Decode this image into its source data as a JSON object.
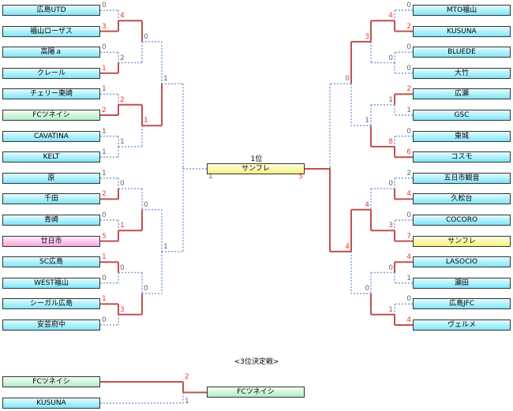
{
  "teams_left": [
    {
      "name": "広島UTD",
      "color": "cyan"
    },
    {
      "name": "福山ローザス",
      "color": "cyan"
    },
    {
      "name": "高陽ａ",
      "color": "cyan"
    },
    {
      "name": "クレール",
      "color": "cyan"
    },
    {
      "name": "チェリー東崎",
      "color": "cyan"
    },
    {
      "name": "FCツネイシ",
      "color": "green"
    },
    {
      "name": "CAVATINA",
      "color": "cyan"
    },
    {
      "name": "KELT",
      "color": "cyan"
    },
    {
      "name": "原",
      "color": "cyan"
    },
    {
      "name": "千田",
      "color": "cyan"
    },
    {
      "name": "青崎",
      "color": "cyan"
    },
    {
      "name": "廿日市",
      "color": "pink"
    },
    {
      "name": "SC広島",
      "color": "cyan"
    },
    {
      "name": "WEST福山",
      "color": "cyan"
    },
    {
      "name": "シーガル広島",
      "color": "cyan"
    },
    {
      "name": "安芸府中",
      "color": "cyan"
    }
  ],
  "teams_right": [
    {
      "name": "MTO福山",
      "color": "cyan"
    },
    {
      "name": "KUSUNA",
      "color": "cyan"
    },
    {
      "name": "BLUEDE",
      "color": "cyan"
    },
    {
      "name": "大竹",
      "color": "cyan"
    },
    {
      "name": "広瀬",
      "color": "cyan"
    },
    {
      "name": "GSC",
      "color": "cyan"
    },
    {
      "name": "東城",
      "color": "cyan"
    },
    {
      "name": "コスモ",
      "color": "cyan"
    },
    {
      "name": "五日市観音",
      "color": "cyan"
    },
    {
      "name": "久松台",
      "color": "cyan"
    },
    {
      "name": "COCORO",
      "color": "cyan"
    },
    {
      "name": "サンフレ",
      "color": "yellow"
    },
    {
      "name": "LASOCIO",
      "color": "cyan"
    },
    {
      "name": "瀬田",
      "color": "cyan"
    },
    {
      "name": "広島JFC",
      "color": "cyan"
    },
    {
      "name": "ヴェルメ",
      "color": "cyan"
    }
  ],
  "left_r1": [
    [
      0,
      3
    ],
    [
      0,
      1
    ],
    [
      1,
      2
    ],
    [
      1,
      1
    ],
    [
      1,
      2
    ],
    [
      0,
      5
    ],
    [
      1,
      0
    ],
    [
      1,
      0
    ]
  ],
  "left_r2": [
    [
      4,
      2
    ],
    [
      2,
      1
    ],
    [
      0,
      1
    ],
    [
      0,
      3
    ]
  ],
  "left_r3": [
    [
      0,
      1
    ],
    [
      0,
      0
    ]
  ],
  "left_r4": [
    1,
    1
  ],
  "right_r1": [
    [
      0,
      2
    ],
    [
      0,
      0
    ],
    [
      2,
      1
    ],
    [
      0,
      6
    ],
    [
      2,
      4
    ],
    [
      0,
      7
    ],
    [
      4,
      1
    ],
    [
      0,
      4
    ]
  ],
  "right_r2": [
    [
      4,
      0
    ],
    [
      1,
      8
    ],
    [
      0,
      3
    ],
    [
      0,
      1
    ]
  ],
  "right_r3": [
    [
      3,
      1
    ],
    [
      4,
      0
    ]
  ],
  "right_r4": [
    0,
    4
  ],
  "final": {
    "title": "1位",
    "winner": "サンフレ",
    "left_score": 1,
    "right_score": 5
  },
  "third_place": {
    "title": "<3位決定戦>",
    "team1": {
      "name": "FCツネイシ",
      "color": "green"
    },
    "team2": {
      "name": "KUSUNA",
      "color": "cyan"
    },
    "score1": 2,
    "score2": 1,
    "winner": "FCツネイシ"
  },
  "colors": {
    "win_line": "#c0504d",
    "lose_line": "#7f9fdc",
    "win_score": "#e53b3b",
    "lose_score": "#666666",
    "cyan": "#7fe6f7",
    "green": "#b3ecc6",
    "pink": "#f7a8dc",
    "yellow": "#f5f27a"
  }
}
